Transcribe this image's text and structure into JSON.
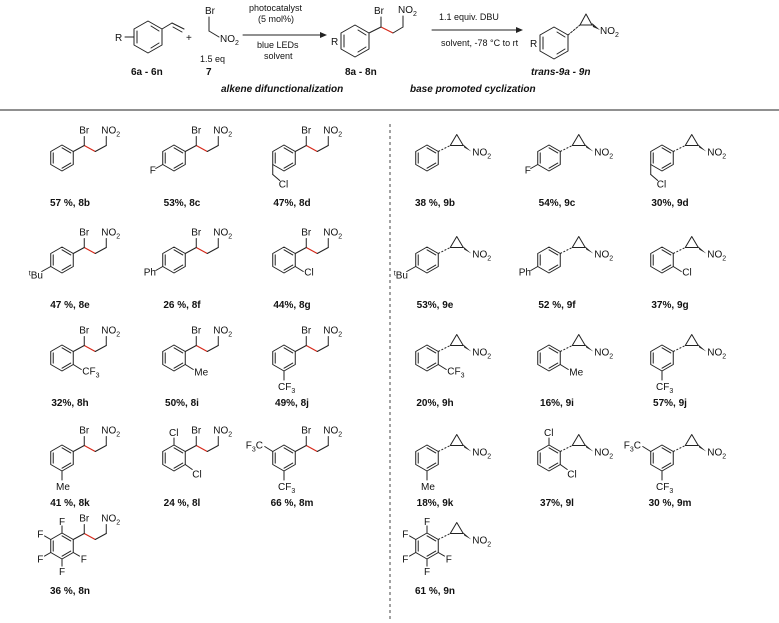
{
  "scheme": {
    "reagent_label": "R",
    "reagent_br": "Br",
    "reagent_no2": "NO2",
    "plus": "+",
    "eq": "1.5 eq",
    "arrow1_top1": "photocatalyst",
    "arrow1_top2": "(5 mol%)",
    "arrow1_bot1": "blue LEDs",
    "arrow1_bot2": "solvent",
    "arrow2_top": "1.1 equiv. DBU",
    "arrow2_bot": "solvent, -78 °C to rt",
    "label_6": "6a - 6n",
    "label_7": "7",
    "label_8": "8a - 8n",
    "label_9": "trans-9a - 9n",
    "caption1": "alkene difunctionalization",
    "caption2": "base promoted cyclization"
  },
  "intermediates": [
    {
      "id": "8b",
      "label": "57 %, 8b",
      "sub": ""
    },
    {
      "id": "8c",
      "label": "53%, 8c",
      "sub": "F"
    },
    {
      "id": "8d",
      "label": "47%, 8d",
      "sub": "Cl"
    },
    {
      "id": "8e",
      "label": "47 %, 8e",
      "sub": "tBu"
    },
    {
      "id": "8f",
      "label": "26 %, 8f",
      "sub": "Ph"
    },
    {
      "id": "8g",
      "label": "44%, 8g",
      "sub": "Cl"
    },
    {
      "id": "8h",
      "label": "32%, 8h",
      "sub": "CF3"
    },
    {
      "id": "8i",
      "label": "50%, 8i",
      "sub": "Me"
    },
    {
      "id": "8j",
      "label": "49%, 8j",
      "sub": "CF3"
    },
    {
      "id": "8k",
      "label": "41 %, 8k",
      "sub": "Me"
    },
    {
      "id": "8l",
      "label": "24 %, 8l",
      "sub": "Cl"
    },
    {
      "id": "8m",
      "label": "66 %, 8m",
      "sub": "CF3"
    },
    {
      "id": "8n",
      "label": "36 %, 8n",
      "sub": "F"
    }
  ],
  "cyclopropanes": [
    {
      "id": "9b",
      "label": "38 %, 9b",
      "sub": ""
    },
    {
      "id": "9c",
      "label": "54%, 9c",
      "sub": "F"
    },
    {
      "id": "9d",
      "label": "30%, 9d",
      "sub": "Cl"
    },
    {
      "id": "9e",
      "label": "53%, 9e",
      "sub": "tBu"
    },
    {
      "id": "9f",
      "label": "52 %, 9f",
      "sub": "Ph"
    },
    {
      "id": "9g",
      "label": "37%, 9g",
      "sub": "Cl"
    },
    {
      "id": "9h",
      "label": "20%, 9h",
      "sub": "CF3"
    },
    {
      "id": "9i",
      "label": "16%, 9i",
      "sub": "Me"
    },
    {
      "id": "9j",
      "label": "57%, 9j",
      "sub": "CF3"
    },
    {
      "id": "9k",
      "label": "18%, 9k",
      "sub": "Me"
    },
    {
      "id": "9l",
      "label": "37%, 9l",
      "sub": "Cl"
    },
    {
      "id": "9m",
      "label": "30 %, 9m",
      "sub": "CF3"
    },
    {
      "id": "9n",
      "label": "61 %, 9n",
      "sub": "F"
    }
  ],
  "atoms": {
    "br": "Br",
    "no2": "NO",
    "two": "2",
    "f": "F",
    "cl": "Cl",
    "cf3": "CF",
    "three": "3",
    "me": "Me",
    "ph": "Ph",
    "t": "t",
    "bu": "Bu",
    "f3c": "F",
    "f3c2": "3",
    "f3c3": "C"
  }
}
